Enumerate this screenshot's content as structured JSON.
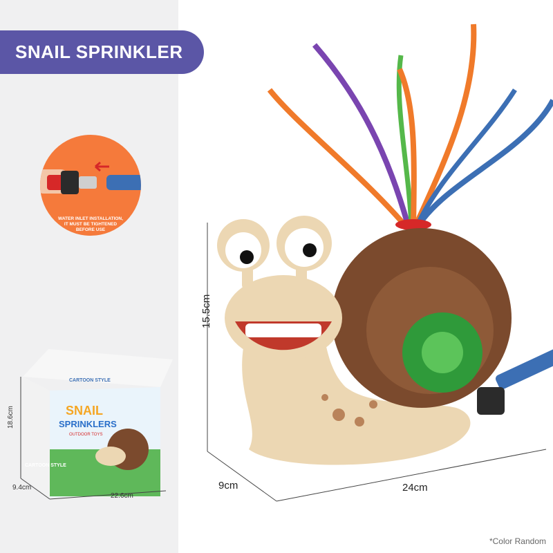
{
  "title": "SNAIL SPRINKLER",
  "inlet_caption": [
    "WATER INLET INSTALLATION,",
    "IT MUST BE TIGHTENED",
    "BEFORE USE"
  ],
  "dimensions": {
    "height": "15.5cm",
    "width": "24cm",
    "depth": "9cm",
    "box_height": "18.6cm",
    "box_depth": "9.4cm",
    "box_width": "22.6cm"
  },
  "box_text": {
    "top": "CARTOON STYLE",
    "logo_line1": "SNAIL",
    "logo_line2": "SPRINKLERS",
    "sub": "OUTDOOR TOYS",
    "side": "CARTOON STYLE"
  },
  "color_note": "*Color Random",
  "colors": {
    "accent": "#5b56a6",
    "orange": "#f57a3b",
    "shell": "#7b4a2d",
    "body": "#ecd7b3",
    "green": "#2f9a3a"
  }
}
